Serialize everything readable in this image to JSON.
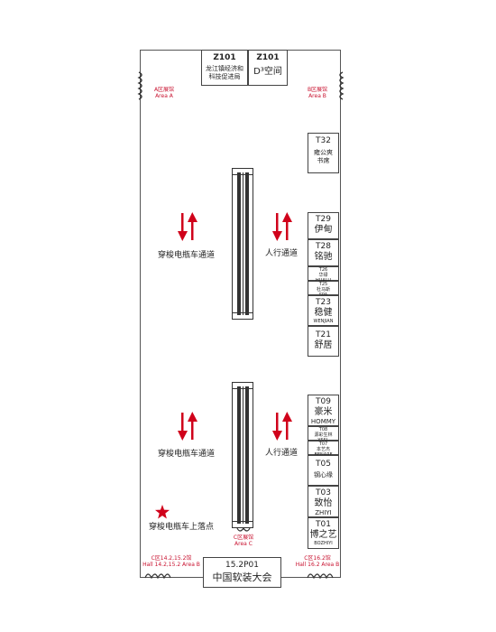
{
  "top_booths": [
    {
      "code": "Z101",
      "lines": [
        "龙江镇经济和",
        "科技促进局"
      ]
    },
    {
      "code": "Z101",
      "name": "D³空间"
    }
  ],
  "entrances": {
    "a": {
      "zh": "A区展馆",
      "en": "Area A"
    },
    "b": {
      "zh": "B区展馆",
      "en": "Area B"
    },
    "c": {
      "zh": "C区展馆",
      "en": "Area C"
    },
    "left_bottom": {
      "zh": "C区14.2,15.2馆",
      "en": "Hall 14.2,15.2 Area B"
    },
    "right_bottom": {
      "zh": "C区16.2馆",
      "en": "Hall 16.2 Area B"
    }
  },
  "lanes": {
    "upper_left": "穿梭电瓶车通道",
    "upper_right": "人行通道",
    "lower_left": "穿梭电瓶车通道",
    "lower_right": "人行通道",
    "pickup": "穿梭电瓶车上落点"
  },
  "right_booths": [
    {
      "code": "T32",
      "name": "雍公爽",
      "sub": "书席"
    },
    {
      "code": "T29",
      "name": "伊甸",
      "sub": ""
    },
    {
      "code": "T28",
      "name": "铭驰",
      "sub": ""
    },
    {
      "code": "T26",
      "name": "华禄",
      "sub": "HUALU"
    },
    {
      "code": "T25",
      "name": "杜马斯",
      "sub": "SPA"
    },
    {
      "code": "T23",
      "name": "稳健",
      "sub": "WENJIAN"
    },
    {
      "code": "T21",
      "name": "舒居",
      "sub": ""
    },
    {
      "code": "T09",
      "name": "豪米",
      "sub": "HOMMY"
    },
    {
      "code": "T08",
      "name": "源彩生林",
      "sub": "YSSL"
    },
    {
      "code": "T07",
      "name": "本艺杰",
      "sub": "BENARF"
    },
    {
      "code": "T05",
      "name": "钢心缘",
      "sub": ""
    },
    {
      "code": "T03",
      "name": "致怡",
      "sub": "ZHIYI"
    },
    {
      "code": "T01",
      "name": "博之艺",
      "sub": "BOZHIYI"
    }
  ],
  "bottom_booth": {
    "code": "15.2P01",
    "name": "中国软装大会"
  },
  "colors": {
    "arrow": "#d0021b",
    "border": "#444444"
  }
}
